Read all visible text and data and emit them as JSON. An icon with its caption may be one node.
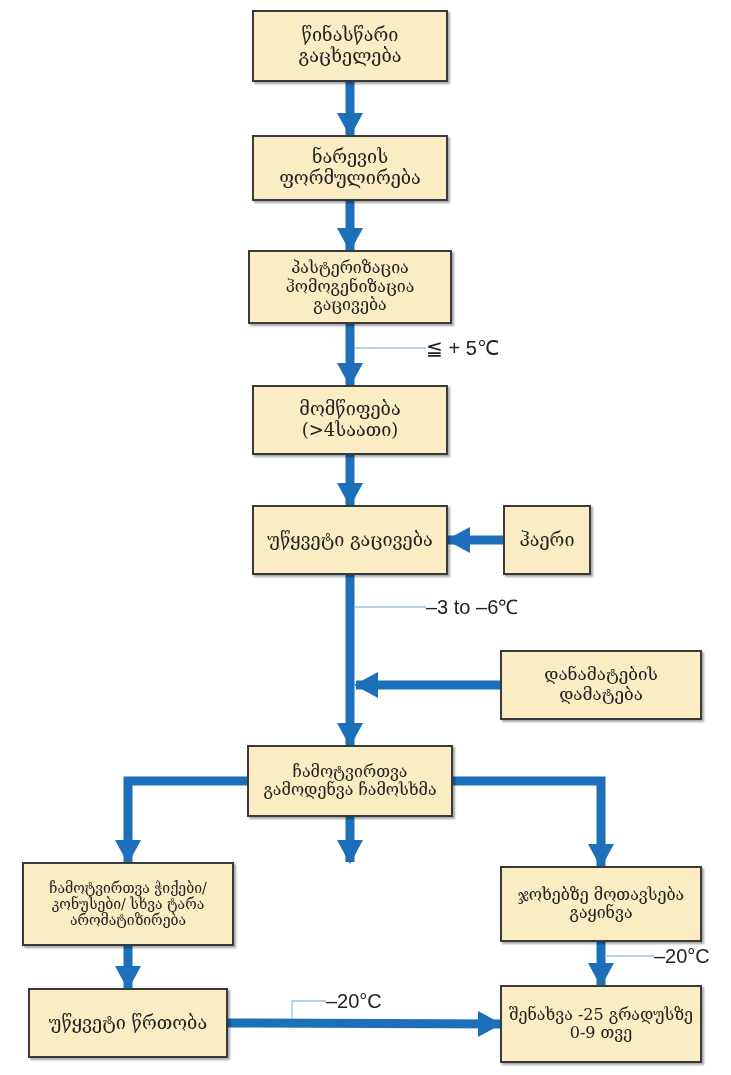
{
  "diagram": {
    "nodes": [
      {
        "text": [
          "წინასწარი გაცხელება"
        ]
      },
      {
        "text": [
          "ნარევის ფორმულირება"
        ]
      },
      {
        "text": [
          "პასტერიზაცია ჰომოგენიზაცია გაცივება"
        ]
      },
      {
        "text": [
          "მომწიფება (>4საათი)"
        ]
      },
      {
        "text": [
          "უწყვეტი გაცივება"
        ]
      },
      {
        "text": [
          "ჰაერი"
        ]
      },
      {
        "text": [
          "დანამატების დამატება"
        ]
      },
      {
        "text": [
          "ჩამოტვირთვა გამოდენვა ჩამოსხმა"
        ]
      },
      {
        "text": [
          "ჩამოტვირთვა ჭიქები/კონუსები/ სხვა ტარა არომატიზირება"
        ]
      },
      {
        "text": [
          "ჯოხებზე მოთავსება გაყინვა"
        ]
      },
      {
        "text": [
          "უწყვეტი წრთობა"
        ]
      },
      {
        "text": [
          "შენახვა -25 გრადუსზე 0-9 თვე"
        ]
      },
      {
        "text": [
          "≦ + 5℃"
        ]
      },
      {
        "text": [
          "–3 to –6℃"
        ]
      },
      {
        "text": [
          "–20°C"
        ]
      },
      {
        "text": [
          "–20°C"
        ]
      }
    ],
    "edges": [
      {
        "from": 0,
        "to": 1,
        "arrow": "to"
      },
      {
        "from": 1,
        "to": 2,
        "arrow": "to"
      },
      {
        "from": 2,
        "to": 3,
        "arrow": "to"
      },
      {
        "from": 3,
        "to": 4,
        "arrow": "to"
      },
      {
        "from": 5,
        "to": 4,
        "arrow": "to"
      },
      {
        "from": 4,
        "to": 7,
        "arrow": "to"
      },
      {
        "from": 6,
        "to": null,
        "arrow": "to"
      },
      {
        "from": 7,
        "to": 8,
        "arrow": "to"
      },
      {
        "from": 7,
        "to": null,
        "arrow": "to"
      },
      {
        "from": 7,
        "to": 9,
        "arrow": "to"
      },
      {
        "from": 8,
        "to": 10,
        "arrow": "to"
      },
      {
        "from": 9,
        "to": 11,
        "arrow": "to"
      },
      {
        "from": 10,
        "to": 11,
        "arrow": "to"
      },
      {
        "from": 12,
        "to": null,
        "arrow": "none",
        "color": "#9cc3e4"
      },
      {
        "from": 13,
        "to": null,
        "arrow": "none",
        "color": "#9cc3e4"
      },
      {
        "from": 14,
        "to": null,
        "arrow": "none",
        "color": "#9cc3e4"
      },
      {
        "from": 15,
        "to": null,
        "arrow": "none",
        "color": "#9cc3e4"
      }
    ]
  }
}
